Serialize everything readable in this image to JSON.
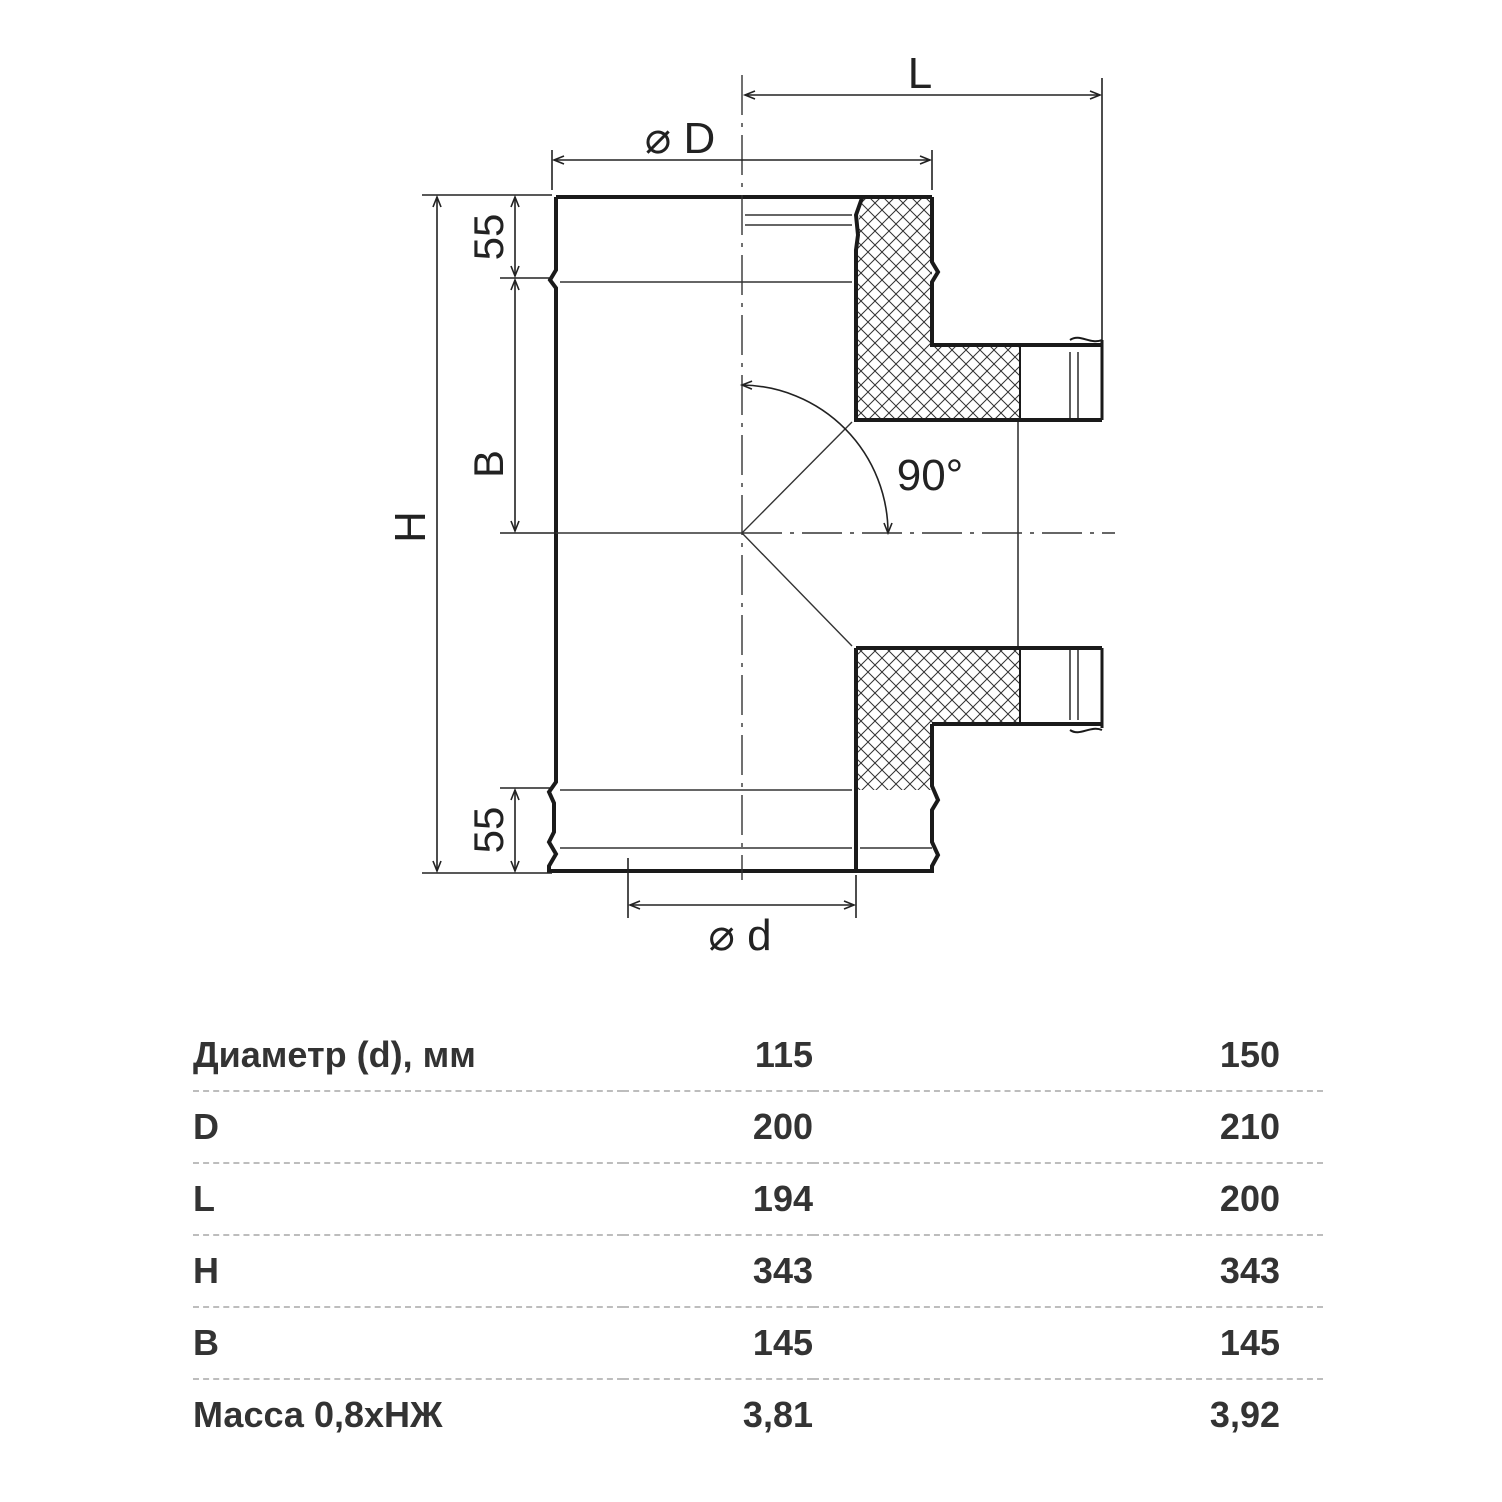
{
  "diagram": {
    "label_L": "L",
    "label_D": "⌀ D",
    "label_d": "⌀ d",
    "label_H": "H",
    "label_B": "B",
    "label_55_top": "55",
    "label_55_bottom": "55",
    "label_angle": "90°"
  },
  "table": {
    "rows": [
      {
        "label": "Диаметр (d), мм",
        "v1": "115",
        "v2": "150"
      },
      {
        "label": "D",
        "v1": "200",
        "v2": "210"
      },
      {
        "label": "L",
        "v1": "194",
        "v2": "200"
      },
      {
        "label": "H",
        "v1": "343",
        "v2": "343"
      },
      {
        "label": "B",
        "v1": "145",
        "v2": "145"
      },
      {
        "label": "Масса 0,8хНЖ",
        "v1": "3,81",
        "v2": "3,92"
      }
    ]
  }
}
